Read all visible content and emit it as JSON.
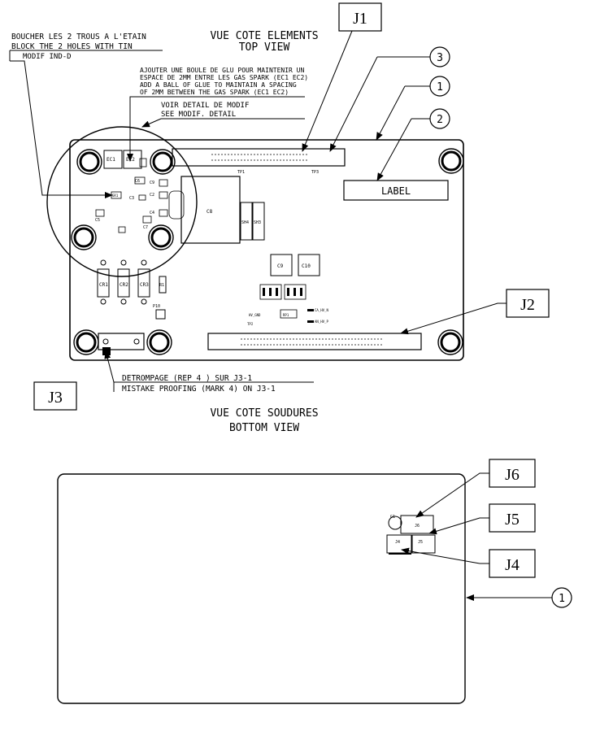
{
  "titles": {
    "top_fr": "VUE COTE ELEMENTS",
    "top_en": "TOP VIEW",
    "bottom_fr": "VUE COTE SOUDURES",
    "bottom_en": "BOTTOM VIEW"
  },
  "notes": {
    "holes_fr": "BOUCHER LES 2 TROUS A L'ETAIN",
    "holes_en": "BLOCK THE 2 HOLES WITH TIN",
    "modif": "MODIF IND-D",
    "glue_fr_1": "AJOUTER UNE BOULE DE GLU POUR MAINTENIR UN",
    "glue_fr_2": "ESPACE DE 2MM ENTRE LES GAS SPARK (EC1 EC2)",
    "glue_en_1": "ADD A BALL OF GLUE TO MAINTAIN A SPACING",
    "glue_en_2": "OF 2MM BETWEEN THE GAS SPARK (EC1 EC2)",
    "detail_fr": "VOIR DETAIL DE MODIF",
    "detail_en": "SEE MODIF. DETAIL",
    "mistake_fr": "DETROMPAGE (REP 4 ) SUR J3-1",
    "mistake_en": "MISTAKE PROOFING (MARK 4) ON J3-1"
  },
  "connectors": {
    "j1": "J1",
    "j2": "J2",
    "j3": "J3",
    "j4": "J4",
    "j5": "J5",
    "j6": "J6"
  },
  "balloons": {
    "b1": "1",
    "b2": "2",
    "b3": "3",
    "b1_bottom": "1"
  },
  "board_label": "LABEL",
  "components": {
    "ec1": "EC1",
    "ec2": "EC2",
    "c6": "C6",
    "c2": "C2",
    "c3": "C3",
    "c4": "C4",
    "c5": "C5",
    "c7": "C7",
    "c8": "C8",
    "c9": "C9",
    "c10": "C10",
    "cr1": "CR1",
    "cr2": "CR2",
    "cr3": "CR3",
    "r1": "R1",
    "sh4": "SH4",
    "sh3": "SH3",
    "tp1": "TP1",
    "tp2": "TP2",
    "tp3": "TP3",
    "p10": "P10",
    "gr1": "GR1",
    "rp1": "RP1",
    "hv_gnd": "HV_GND",
    "ca_hv_n": "CA_HV_N",
    "an_hv_p": "AN_HV_P",
    "j4_small": "J4",
    "j5_small": "J5",
    "j6_small": "J6",
    "g1": "G1"
  }
}
